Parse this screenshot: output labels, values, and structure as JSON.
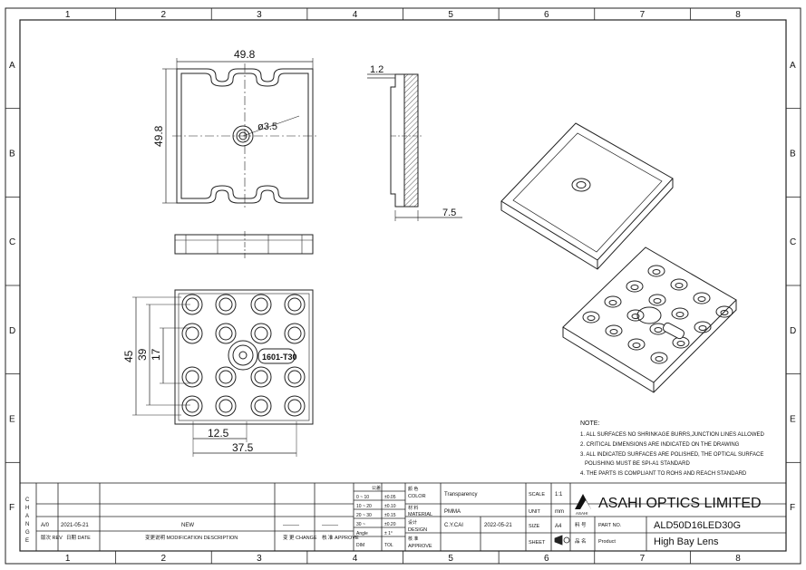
{
  "drawing": {
    "grid_columns": [
      "1",
      "2",
      "3",
      "4",
      "5",
      "6",
      "7",
      "8"
    ],
    "grid_rows": [
      "A",
      "B",
      "C",
      "D",
      "E",
      "F"
    ],
    "dimensions": {
      "top_width": "49.8",
      "top_height": "49.8",
      "center_hole": "ø3.5",
      "side_thickness": "1.2",
      "side_height": "7.5",
      "bottom_45": "45",
      "bottom_39": "39",
      "bottom_17": "17",
      "bottom_12_5": "12.5",
      "bottom_37_5": "37.5"
    },
    "marking": "1601-T30",
    "notes": {
      "title": "NOTE:",
      "items": [
        "1. ALL SURFACES NO SHRINKAGE BURRS,JUNCTION LINES ALLOWED",
        "2. CRITICAL DIMENSIONS ARE INDICATED ON THE DRAWING",
        "3. ALL INDICATED SURFACES ARE POLISHED, THE OPTICAL SURFACE",
        "   POLISHING MUST BE SPI-A1 STANDARD",
        "4. THE PARTS IS COMPLIANT TO ROHS AND REACH STANDARD"
      ]
    }
  },
  "title_block": {
    "change_label": "C H A N G E",
    "revision": {
      "rev": "A/0",
      "date": "2021-05-21",
      "description": "NEW",
      "change": "———",
      "approve": "———"
    },
    "headers": {
      "rev": "版次\nREV",
      "date": "日期\nDATE",
      "description": "变更说明\nMODIFICATION DESCRIPTION",
      "change": "变 更\nCHANGE",
      "approve": "核 准\nAPPROVE"
    },
    "tolerance": {
      "header": "公差",
      "rows": [
        [
          "0 ~ 10",
          "±0.05"
        ],
        [
          "10 ~ 20",
          "±0.10"
        ],
        [
          "20 ~ 30",
          "±0.15"
        ],
        [
          "30 ~",
          "±0.20"
        ],
        [
          "Angle",
          "± 1°"
        ]
      ],
      "footer": [
        "DIM",
        "TOL"
      ]
    },
    "color": {
      "label_cn": "颜 色",
      "label": "COLOR",
      "value": "Transparency"
    },
    "material": {
      "label_cn": "材 料",
      "label": "MATERIAL",
      "value": "PMMA"
    },
    "design": {
      "label_cn": "设计",
      "label": "DESIGN",
      "value": "C.Y.CAI",
      "date": "2022-05-21"
    },
    "approve": {
      "label_cn": "核 准",
      "label": "APPROVE"
    },
    "scale": {
      "label": "SCALE",
      "value": "1:1"
    },
    "unit": {
      "label": "UNIT",
      "value": "mm"
    },
    "size": {
      "label": "SIZE",
      "value": "A4"
    },
    "sheet": {
      "label": "SHEET"
    },
    "company": "ASAHI OPTICS LIMITED",
    "logo_text": "ASAHI",
    "part_no": {
      "label_cn": "料 号",
      "label": "PART NO.",
      "value": "ALD50D16LED30G"
    },
    "product": {
      "label_cn": "品 名",
      "label": "Product",
      "value": "High Bay Lens"
    }
  }
}
